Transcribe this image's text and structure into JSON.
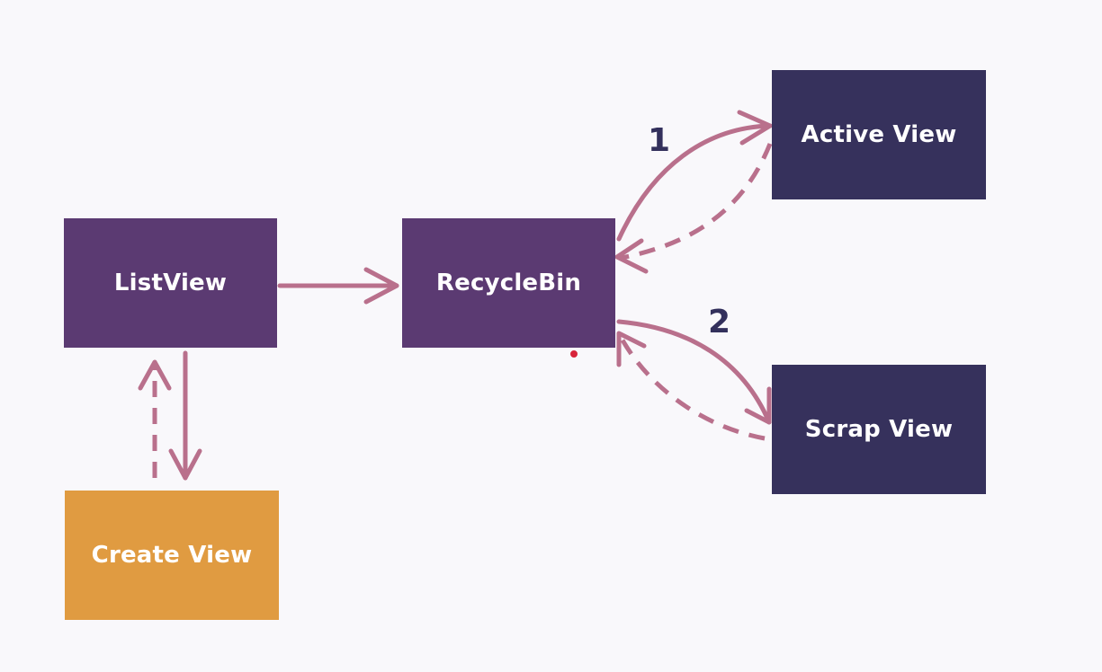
{
  "colors": {
    "background": "#f9f8fb",
    "purple_box": "#5b3a72",
    "navy_box": "#36315c",
    "orange_box": "#e09b41",
    "arrow": "#b9708c",
    "step_label": "#33305c",
    "cursor": "#d8243a"
  },
  "nodes": {
    "listview": "ListView",
    "recyclebin": "RecycleBin",
    "active_view": "Active View",
    "scrap_view": "Scrap View",
    "create_view": "Create View"
  },
  "step_labels": {
    "one": "1",
    "two": "2"
  },
  "edges": [
    {
      "from": "ListView",
      "to": "RecycleBin",
      "style": "solid"
    },
    {
      "from": "RecycleBin",
      "to": "Active View",
      "style": "solid",
      "label": "1"
    },
    {
      "from": "Active View",
      "to": "RecycleBin",
      "style": "dashed"
    },
    {
      "from": "RecycleBin",
      "to": "Scrap View",
      "style": "solid",
      "label": "2"
    },
    {
      "from": "Scrap View",
      "to": "RecycleBin",
      "style": "dashed"
    },
    {
      "from": "ListView",
      "to": "Create View",
      "style": "solid"
    },
    {
      "from": "Create View",
      "to": "ListView",
      "style": "dashed"
    }
  ]
}
